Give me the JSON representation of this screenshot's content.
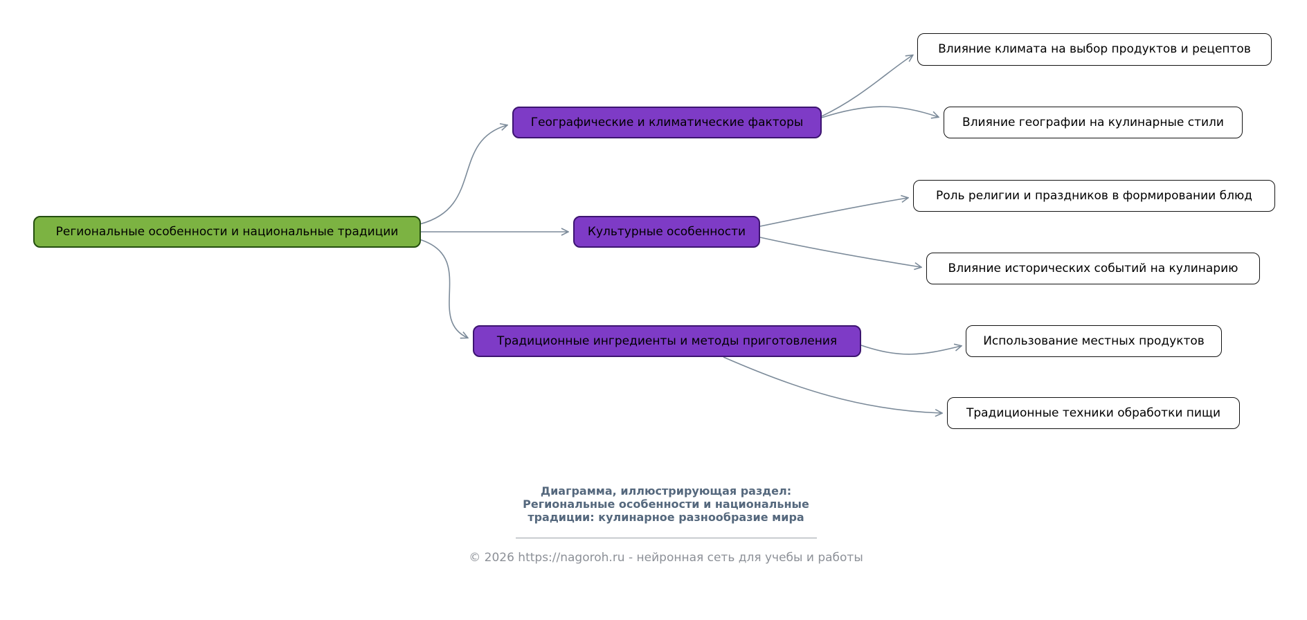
{
  "mindmap": {
    "root": {
      "label": "Региональные особенности и национальные традиции"
    },
    "branches": [
      {
        "label": "Географические и климатические факторы",
        "leaves": [
          {
            "label": "Влияние климата на выбор продуктов и рецептов"
          },
          {
            "label": "Влияние географии на кулинарные стили"
          }
        ]
      },
      {
        "label": "Культурные особенности",
        "leaves": [
          {
            "label": "Роль религии и праздников в формировании блюд"
          },
          {
            "label": "Влияние исторических событий на кулинарию"
          }
        ]
      },
      {
        "label": "Традиционные ингредиенты и методы приготовления",
        "leaves": [
          {
            "label": "Использование местных продуктов"
          },
          {
            "label": "Традиционные техники обработки пищи"
          }
        ]
      }
    ]
  },
  "caption": {
    "line1": "Диаграмма, иллюстрирующая раздел:",
    "line2": "Региональные особенности и национальные",
    "line3": "традиции: кулинарное разнообразие мира"
  },
  "footer": {
    "copyright": "© 2026 https://nagoroh.ru - нейронная сеть для учебы и работы"
  },
  "colors": {
    "root_fill": "#7cb342",
    "branch_fill": "#7e3bc6",
    "leaf_fill": "#ffffff",
    "edge": "#7b8a99",
    "caption_text": "#55687d",
    "footer_text": "#8c9097"
  }
}
